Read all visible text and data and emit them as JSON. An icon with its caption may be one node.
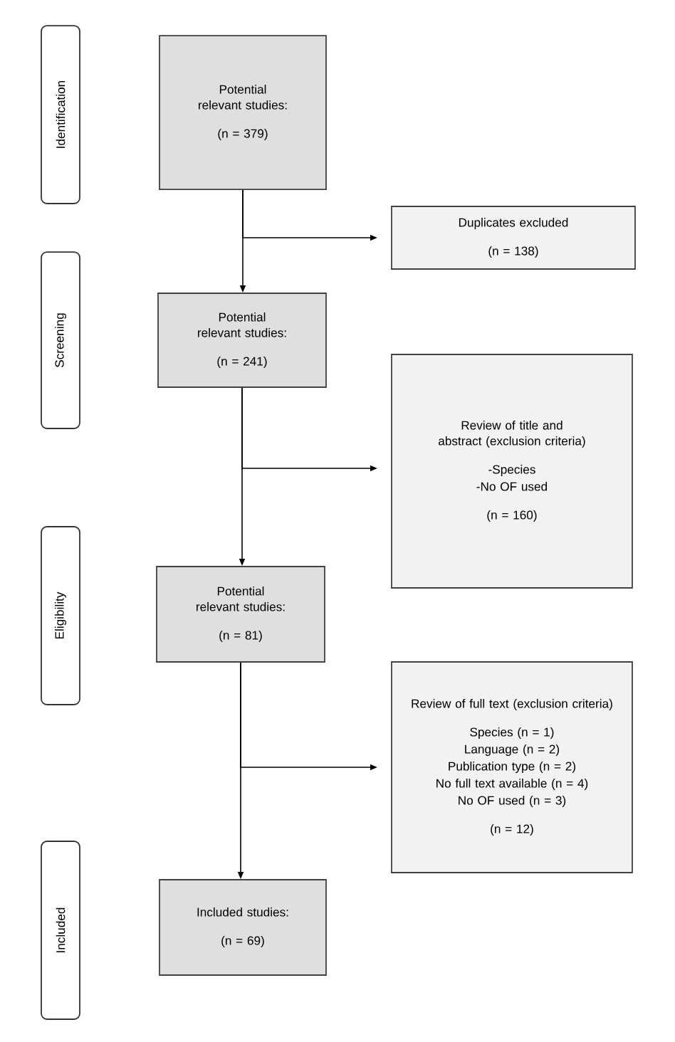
{
  "diagram": {
    "nodes": [
      {
        "text": [
          "Identification"
        ]
      },
      {
        "text": [
          "Screening"
        ]
      },
      {
        "text": [
          "Eligibility"
        ]
      },
      {
        "text": [
          "Included"
        ]
      },
      {
        "text": [
          "Potential relevant studies:",
          "(n = 379)"
        ]
      },
      {
        "text": [
          "Duplicates excluded",
          "(n = 138)"
        ]
      },
      {
        "text": [
          "Potential relevant studies:",
          "(n = 241)"
        ]
      },
      {
        "text": [
          "Review of title and abstract (exclusion criteria)",
          "-Species",
          "-No OF used",
          "(n = 160)"
        ]
      },
      {
        "text": [
          "Potential relevant studies:",
          "(n = 81)"
        ]
      },
      {
        "text": [
          "Review of full text (exclusion criteria)",
          "Species (n = 1)",
          "Language (n = 2)",
          "Publication type (n = 2)",
          "No full text available (n = 4)",
          "No OF used (n = 3)",
          "(n = 12)"
        ]
      },
      {
        "text": [
          "Included studies:",
          "(n = 69)"
        ]
      }
    ],
    "edges": [
      {
        "from": 4,
        "to": 6,
        "arrow": "to"
      },
      {
        "from": 4,
        "to": 5,
        "arrow": "to"
      },
      {
        "from": 6,
        "to": 8,
        "arrow": "to"
      },
      {
        "from": 6,
        "to": 7,
        "arrow": "to"
      },
      {
        "from": 8,
        "to": 10,
        "arrow": "to"
      },
      {
        "from": 8,
        "to": 9,
        "arrow": "to"
      }
    ]
  }
}
